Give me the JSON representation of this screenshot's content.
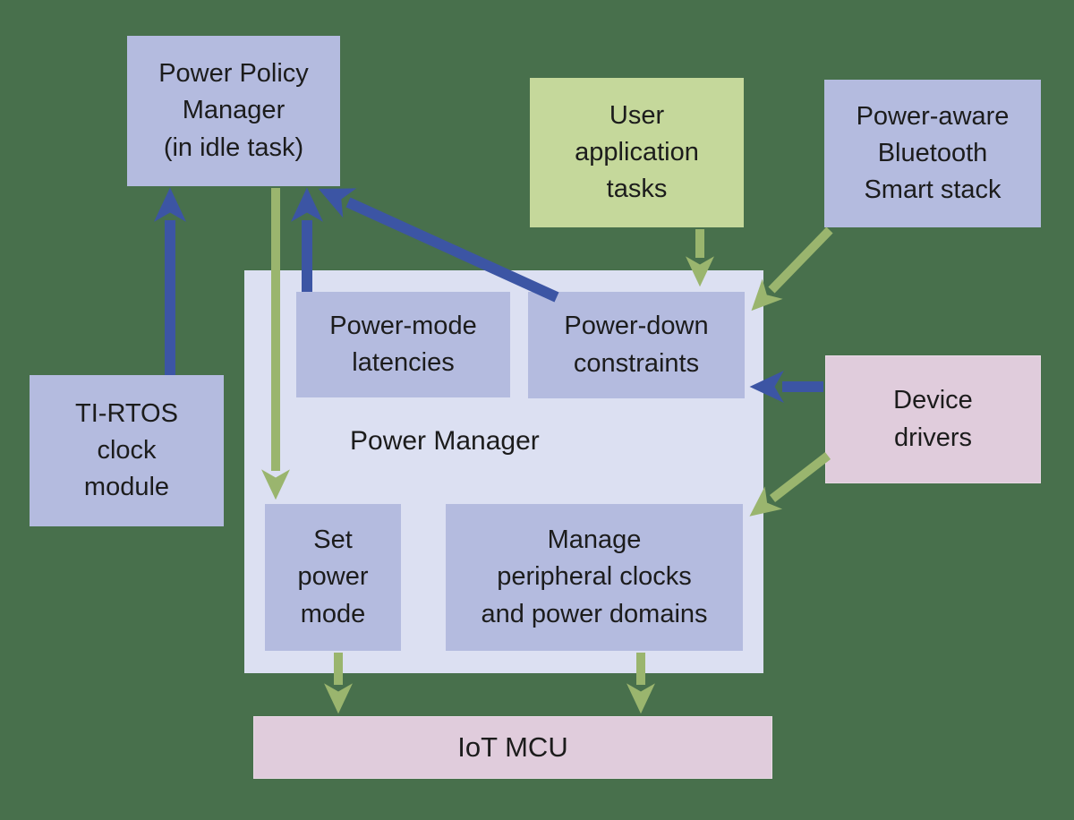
{
  "diagram": {
    "title": "TI-RTOS Power Manager architecture diagram",
    "colors": {
      "background": "#48704c",
      "box_blue": "#b4bbdf",
      "container_blue": "#dce0f2",
      "box_green": "#c5d89b",
      "box_pink": "#e0ccdc",
      "arrow_blue": "#3c55a4",
      "arrow_green": "#9ab56e",
      "text": "#1c1c1c"
    },
    "boxes": {
      "power_policy_manager": {
        "label": "Power Policy\nManager\n(in idle task)",
        "color": "blue"
      },
      "user_application_tasks": {
        "label": "User\napplication\ntasks",
        "color": "green"
      },
      "bluetooth_stack": {
        "label": "Power-aware\nBluetooth\nSmart stack",
        "color": "blue"
      },
      "ti_rtos_clock": {
        "label": "TI-RTOS\nclock\nmodule",
        "color": "blue"
      },
      "power_manager": {
        "label": "Power Manager",
        "color": "light-blue-container"
      },
      "power_mode_latencies": {
        "label": "Power-mode\nlatencies",
        "color": "blue"
      },
      "power_down_constraints": {
        "label": "Power-down\nconstraints",
        "color": "blue"
      },
      "set_power_mode": {
        "label": "Set\npower\nmode",
        "color": "blue"
      },
      "manage_peripherals": {
        "label": "Manage\nperipheral clocks\nand power domains",
        "color": "blue"
      },
      "device_drivers": {
        "label": "Device\ndrivers",
        "color": "pink"
      },
      "iot_mcu": {
        "label": "IoT MCU",
        "color": "pink"
      }
    },
    "arrows": [
      {
        "from": "ti_rtos_clock",
        "to": "power_policy_manager",
        "color": "blue"
      },
      {
        "from": "power_mode_latencies",
        "to": "power_policy_manager",
        "color": "blue"
      },
      {
        "from": "power_down_constraints",
        "to": "power_policy_manager",
        "color": "blue"
      },
      {
        "from": "device_drivers",
        "to": "power_down_constraints",
        "color": "blue"
      },
      {
        "from": "power_policy_manager",
        "to": "set_power_mode",
        "color": "green"
      },
      {
        "from": "user_application_tasks",
        "to": "power_down_constraints",
        "color": "green"
      },
      {
        "from": "bluetooth_stack",
        "to": "power_down_constraints",
        "color": "green"
      },
      {
        "from": "device_drivers",
        "to": "manage_peripherals",
        "color": "green"
      },
      {
        "from": "set_power_mode",
        "to": "iot_mcu",
        "color": "green"
      },
      {
        "from": "manage_peripherals",
        "to": "iot_mcu",
        "color": "green"
      }
    ]
  }
}
